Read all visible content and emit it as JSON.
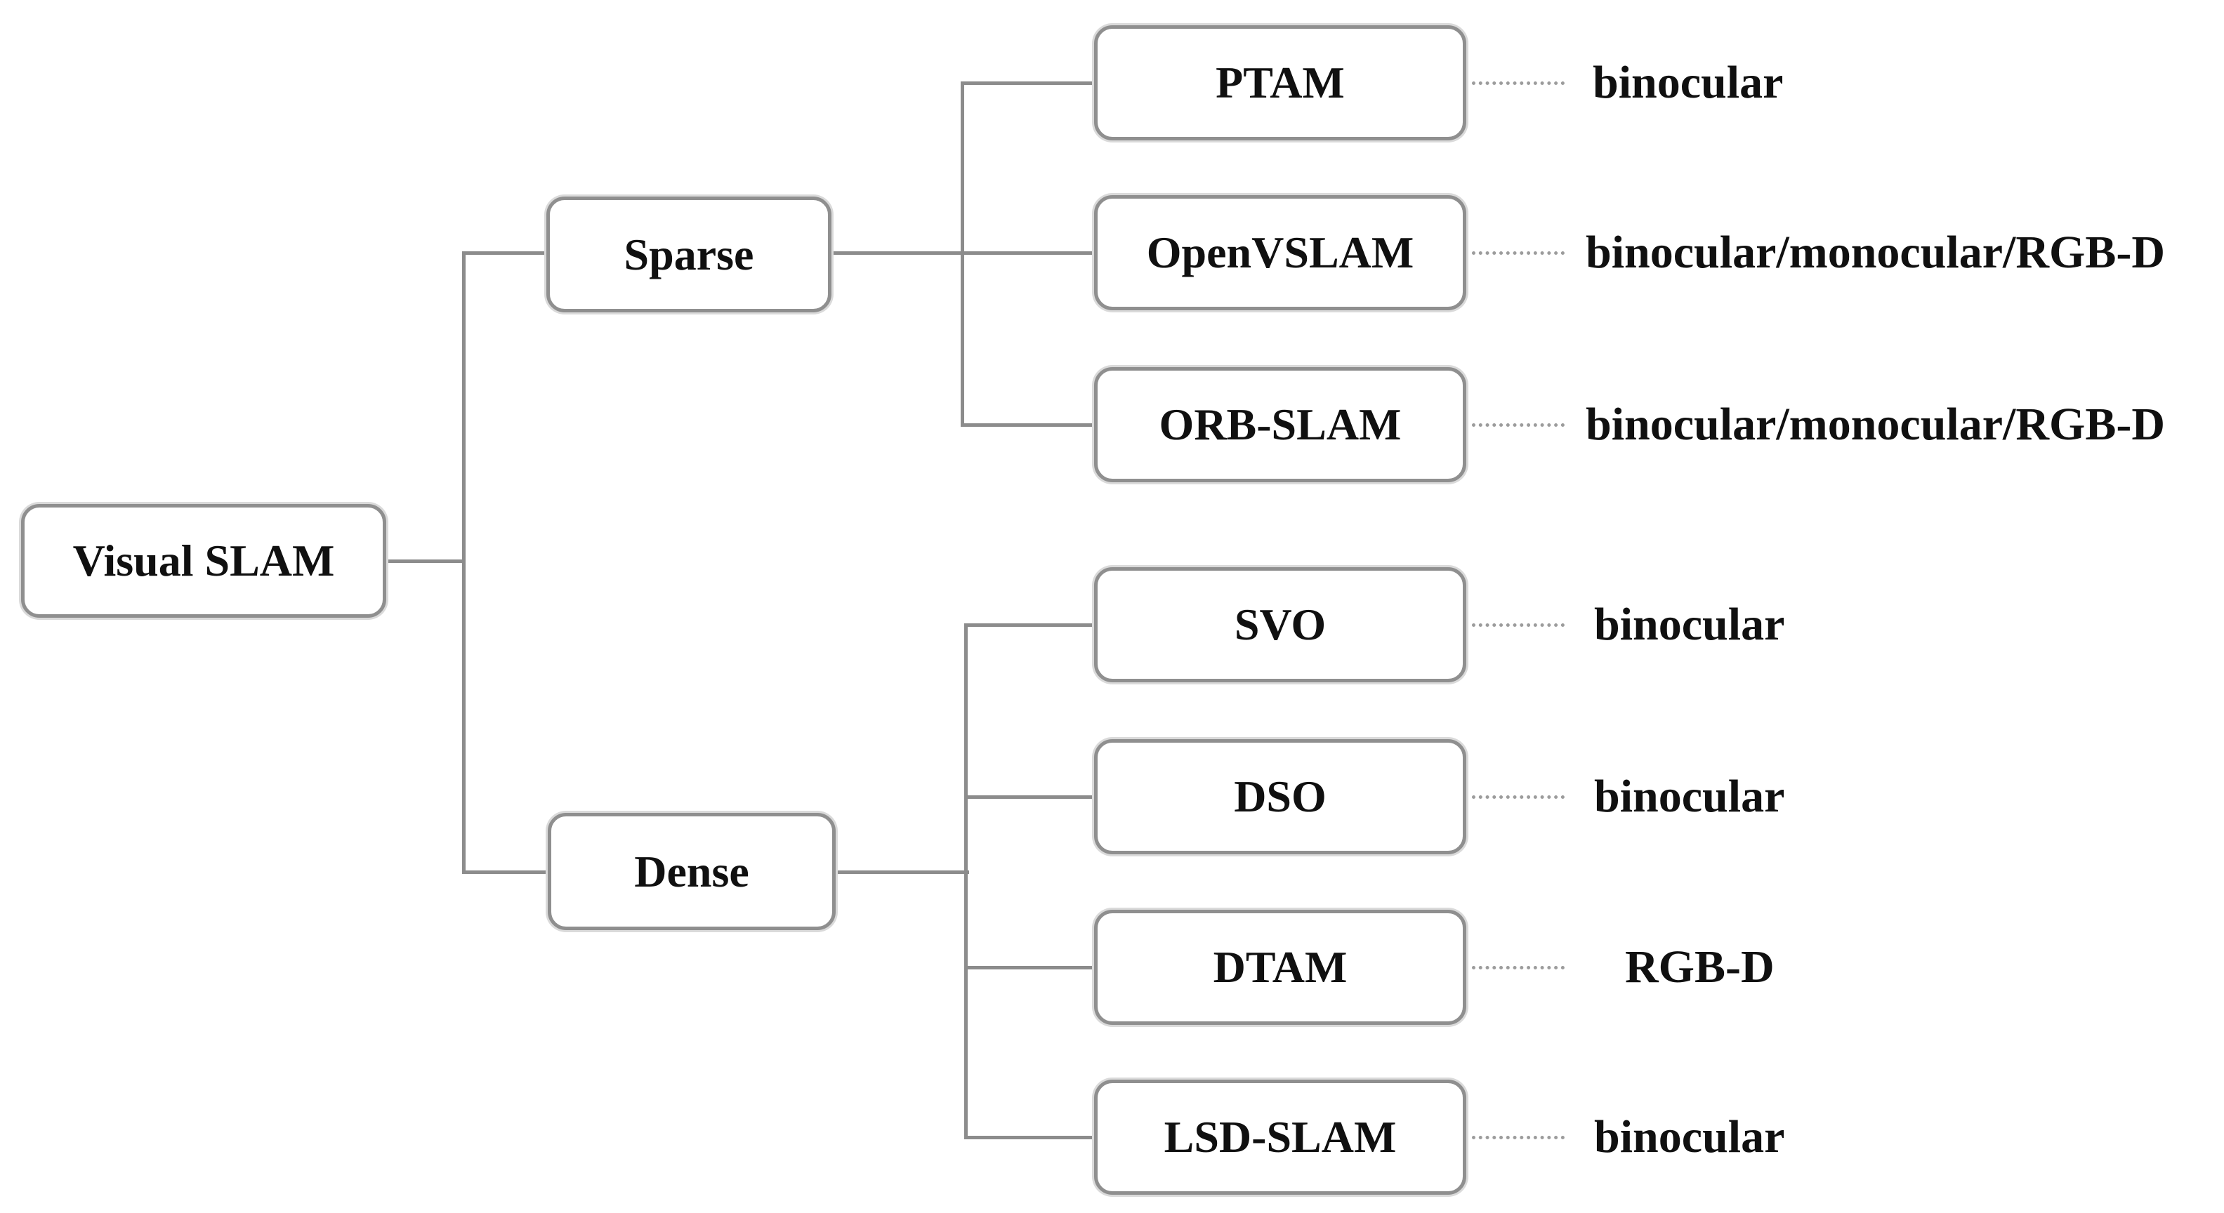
{
  "tree": {
    "root": {
      "label": "Visual SLAM"
    },
    "branches": [
      {
        "label": "Sparse",
        "parent": "Visual SLAM"
      },
      {
        "label": "Dense",
        "parent": "Visual SLAM"
      }
    ],
    "leaves": [
      {
        "label": "PTAM",
        "parent": "Sparse",
        "sensor": "binocular"
      },
      {
        "label": "OpenVSLAM",
        "parent": "Sparse",
        "sensor": "binocular/monocular/RGB-D"
      },
      {
        "label": "ORB-SLAM",
        "parent": "Sparse",
        "sensor": "binocular/monocular/RGB-D"
      },
      {
        "label": "SVO",
        "parent": "Dense",
        "sensor": "binocular"
      },
      {
        "label": "DSO",
        "parent": "Dense",
        "sensor": "binocular"
      },
      {
        "label": "DTAM",
        "parent": "Dense",
        "sensor": "RGB-D"
      },
      {
        "label": "LSD-SLAM",
        "parent": "Dense",
        "sensor": "binocular"
      }
    ]
  },
  "palette": {
    "box_border": "#8f8f8f",
    "box_halo": "#dadada",
    "line": "#8c8c8c",
    "dotted": "#9c9c9c",
    "text": "#101010",
    "background": "#ffffff"
  }
}
